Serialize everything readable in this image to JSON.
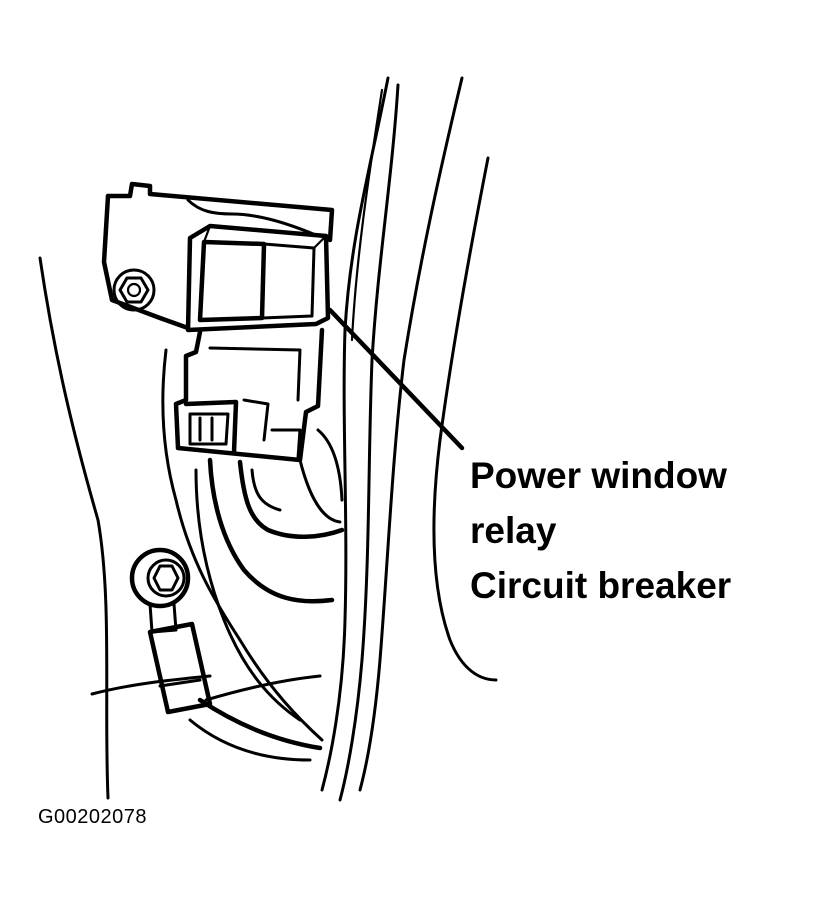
{
  "callout": {
    "line1": "Power window",
    "line2": "relay",
    "line3": "Circuit breaker"
  },
  "figure_id": "G00202078"
}
